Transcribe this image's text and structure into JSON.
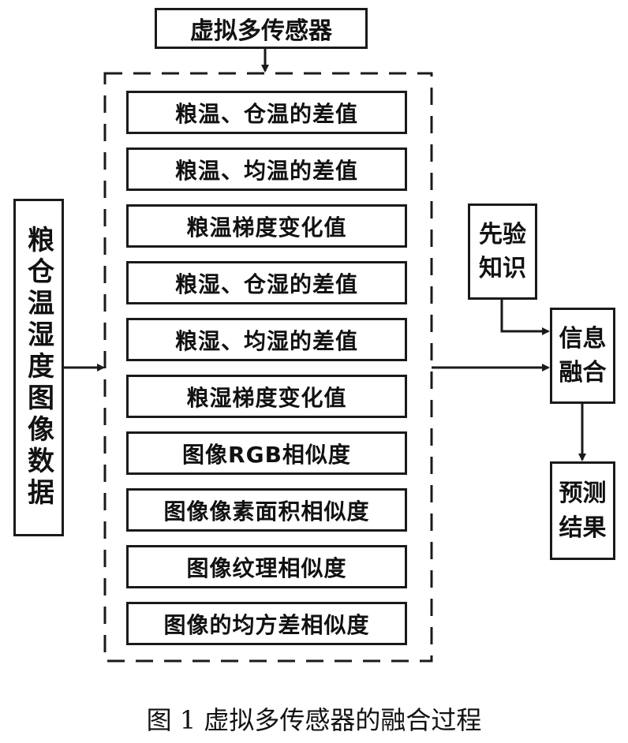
{
  "diagram": {
    "top_box": "虚拟多传感器",
    "left_box": "粮仓温湿度图像数据",
    "features": [
      "粮温、仓温的差值",
      "粮温、均温的差值",
      "粮温梯度变化值",
      "粮湿、仓湿的差值",
      "粮湿、均湿的差值",
      "粮湿梯度变化值",
      "图像RGB相似度",
      "图像像素面积相似度",
      "图像纹理相似度",
      "图像的均方差相似度"
    ],
    "prior_knowledge": "先验\n知识",
    "fusion": "信息\n融合",
    "result": "预测\n结果"
  },
  "caption": "图 1  虚拟多传感器的融合过程"
}
